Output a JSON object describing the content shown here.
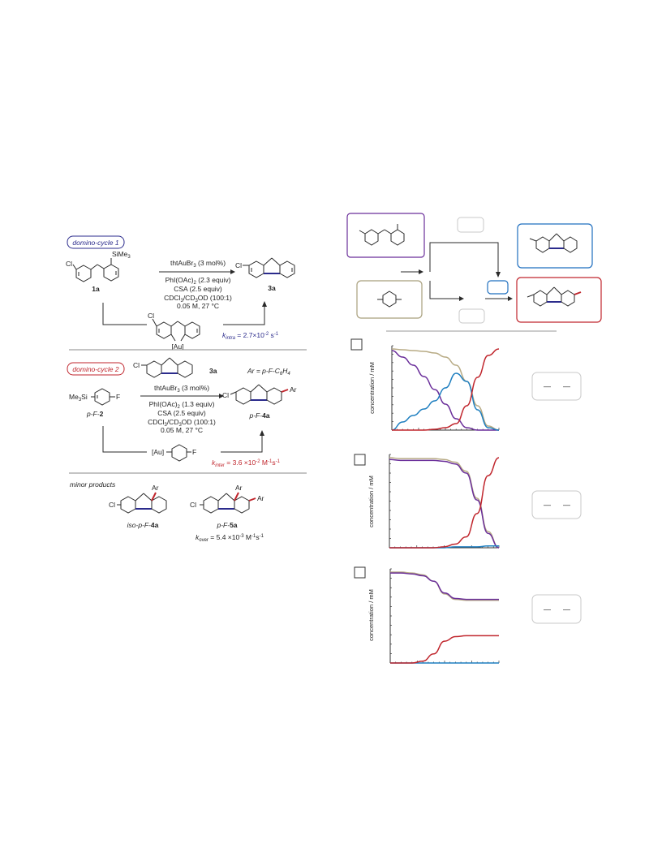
{
  "scheme": {
    "cycle1": {
      "badge": "domino-cycle 1",
      "reactant_substituent_cl": "Cl",
      "reactant_substituent_si": "SiMe",
      "reactant_substituent_si_sub": "3",
      "reactant_label": "1a",
      "conditions_line1": "thtAuBr",
      "conditions_line1_sub": "3",
      "conditions_line1_rest": " (3 mol%)",
      "conditions_line2": "PhI(OAc)",
      "conditions_line2_sub": "2",
      "conditions_line2_rest": " (2.3 equiv)",
      "conditions_line3": "CSA (2.5 equiv)",
      "conditions_line4": "CDCl",
      "conditions_line4_sub1": "3",
      "conditions_line4_mid": "/CD",
      "conditions_line4_sub2": "3",
      "conditions_line4_rest": "OD (100:1)",
      "conditions_line5": "0.05 M, 27 °C",
      "product_cl": "Cl",
      "product_label": "3a",
      "intermediate_cl": "Cl",
      "intermediate_au": "[Au]",
      "k_symbol": "k",
      "k_sub": "intra",
      "k_value": " = 2.7×10",
      "k_exp": "-2",
      "k_unit": " s",
      "k_unit_exp": "-1"
    },
    "cycle2": {
      "badge": "domino-cycle 2",
      "top_cl": "Cl",
      "top_label": "3a",
      "ar_def": "Ar = p-F-C",
      "ar_def_sub1": "6",
      "ar_def_h": "H",
      "ar_def_sub2": "4",
      "silane_prefix": "Me",
      "silane_prefix_sub": "3",
      "silane_si": "Si",
      "silane_f": "F",
      "silane_label_prefix": "p-F-",
      "silane_label_num": "2",
      "conditions_line1": "thtAuBr",
      "conditions_line1_sub": "3",
      "conditions_line1_rest": " (3 mol%)",
      "conditions_line2": "PhI(OAc)",
      "conditions_line2_sub": "2",
      "conditions_line2_rest": " (1.3 equiv)",
      "conditions_line3": "CSA (2.5 equiv)",
      "conditions_line4": "CDCl",
      "conditions_line4_sub1": "3",
      "conditions_line4_mid": "/CD",
      "conditions_line4_sub2": "3",
      "conditions_line4_rest": "OD (100:1)",
      "conditions_line5": "0.05 M, 27 °C",
      "product_cl": "Cl",
      "product_ar": "Ar",
      "product_label_prefix": "p-F-",
      "product_label_num": "4a",
      "intermediate_au": "[Au]",
      "intermediate_f": "F",
      "k_symbol": "k",
      "k_sub": "inter",
      "k_value": " =  3.6 ×10",
      "k_exp": "-2",
      "k_unit": " M",
      "k_unit_exp1": "-1",
      "k_unit2": "s",
      "k_unit_exp2": "-1"
    },
    "minor": {
      "heading": "minor products",
      "iso_cl": "Cl",
      "iso_ar": "Ar",
      "iso_label_prefix": "iso-p-F-",
      "iso_label_num": "4a",
      "p5_cl": "Cl",
      "p5_ar1": "Ar",
      "p5_ar2": "Ar",
      "p5_label_prefix": "p-F-",
      "p5_label_num": "5a",
      "k_symbol": "k",
      "k_sub": "over",
      "k_value": " =  5.4 ×10",
      "k_exp": "-3",
      "k_unit": " M",
      "k_unit_exp1": "-1",
      "k_unit2": "s",
      "k_unit_exp2": "-1"
    }
  },
  "legend_box_colors": {
    "start": "#6a2e9a",
    "top_empty": "#bdbdbd",
    "aryl": "#a89f7c",
    "mid_empty": "#1f6fbf",
    "bottom_empty": "#bdbdbd",
    "product_blue": "#1f6fbf",
    "product_red": "#c0262d"
  },
  "colors": {
    "purple": "#6a2e9a",
    "tan": "#b8ab85",
    "blue": "#1f7fc0",
    "red": "#c0262d",
    "navy": "#2b2b8c"
  },
  "panels": [
    {
      "ylabel": "concentration / mM",
      "key_left": "—",
      "key_right": "—"
    },
    {
      "ylabel": "concentration / mM",
      "key_left": "—",
      "key_right": "—"
    },
    {
      "ylabel": "concentration / mM",
      "key_left": "—",
      "key_right": "—"
    }
  ],
  "chart_data": [
    {
      "type": "line",
      "ylabel": "concentration / mM",
      "xlabel": "",
      "x": [
        0,
        0.1,
        0.2,
        0.3,
        0.4,
        0.5,
        0.6,
        0.7,
        0.8,
        0.9,
        1.0
      ],
      "series": [
        {
          "color": "#b8ab85",
          "values": [
            1.0,
            0.99,
            0.98,
            0.97,
            0.95,
            0.9,
            0.8,
            0.6,
            0.3,
            0.05,
            0.0
          ]
        },
        {
          "color": "#6a2e9a",
          "values": [
            0.98,
            0.9,
            0.8,
            0.66,
            0.5,
            0.32,
            0.14,
            0.03,
            0.0,
            0.0,
            0.0
          ]
        },
        {
          "color": "#1f7fc0",
          "values": [
            0.0,
            0.1,
            0.18,
            0.26,
            0.36,
            0.52,
            0.7,
            0.6,
            0.25,
            0.03,
            0.0
          ]
        },
        {
          "color": "#c0262d",
          "values": [
            0.0,
            0.0,
            0.0,
            0.0,
            0.01,
            0.03,
            0.08,
            0.3,
            0.65,
            0.92,
            1.0
          ]
        }
      ]
    },
    {
      "type": "line",
      "ylabel": "concentration / mM",
      "xlabel": "",
      "x": [
        0,
        0.1,
        0.2,
        0.3,
        0.4,
        0.5,
        0.6,
        0.7,
        0.8,
        0.9,
        1.0
      ],
      "series": [
        {
          "color": "#b8ab85",
          "values": [
            1.0,
            0.99,
            0.99,
            0.99,
            0.99,
            0.98,
            0.95,
            0.85,
            0.55,
            0.18,
            0.0
          ]
        },
        {
          "color": "#6a2e9a",
          "values": [
            0.98,
            0.97,
            0.97,
            0.97,
            0.97,
            0.96,
            0.93,
            0.83,
            0.53,
            0.16,
            0.0
          ]
        },
        {
          "color": "#1f7fc0",
          "values": [
            0.0,
            0.0,
            0.0,
            0.0,
            0.0,
            0.0,
            0.01,
            0.01,
            0.01,
            0.02,
            0.02
          ]
        },
        {
          "color": "#c0262d",
          "values": [
            0.0,
            0.0,
            0.0,
            0.0,
            0.0,
            0.01,
            0.04,
            0.12,
            0.38,
            0.8,
            1.0
          ]
        }
      ]
    },
    {
      "type": "line",
      "ylabel": "concentration / mM",
      "xlabel": "",
      "x": [
        0,
        0.1,
        0.2,
        0.3,
        0.4,
        0.5,
        0.6,
        0.7,
        0.8,
        0.9,
        1.0
      ],
      "series": [
        {
          "color": "#b8ab85",
          "values": [
            1.0,
            1.0,
            0.99,
            0.97,
            0.9,
            0.76,
            0.7,
            0.69,
            0.69,
            0.69,
            0.69
          ]
        },
        {
          "color": "#6a2e9a",
          "values": [
            0.99,
            0.99,
            0.98,
            0.96,
            0.9,
            0.77,
            0.71,
            0.7,
            0.7,
            0.7,
            0.7
          ]
        },
        {
          "color": "#1f7fc0",
          "values": [
            0.0,
            0.0,
            0.0,
            0.0,
            0.0,
            0.0,
            0.0,
            0.0,
            0.0,
            0.0,
            0.0
          ]
        },
        {
          "color": "#c0262d",
          "values": [
            0.0,
            0.0,
            0.0,
            0.02,
            0.1,
            0.24,
            0.29,
            0.3,
            0.3,
            0.3,
            0.3
          ]
        }
      ]
    }
  ]
}
